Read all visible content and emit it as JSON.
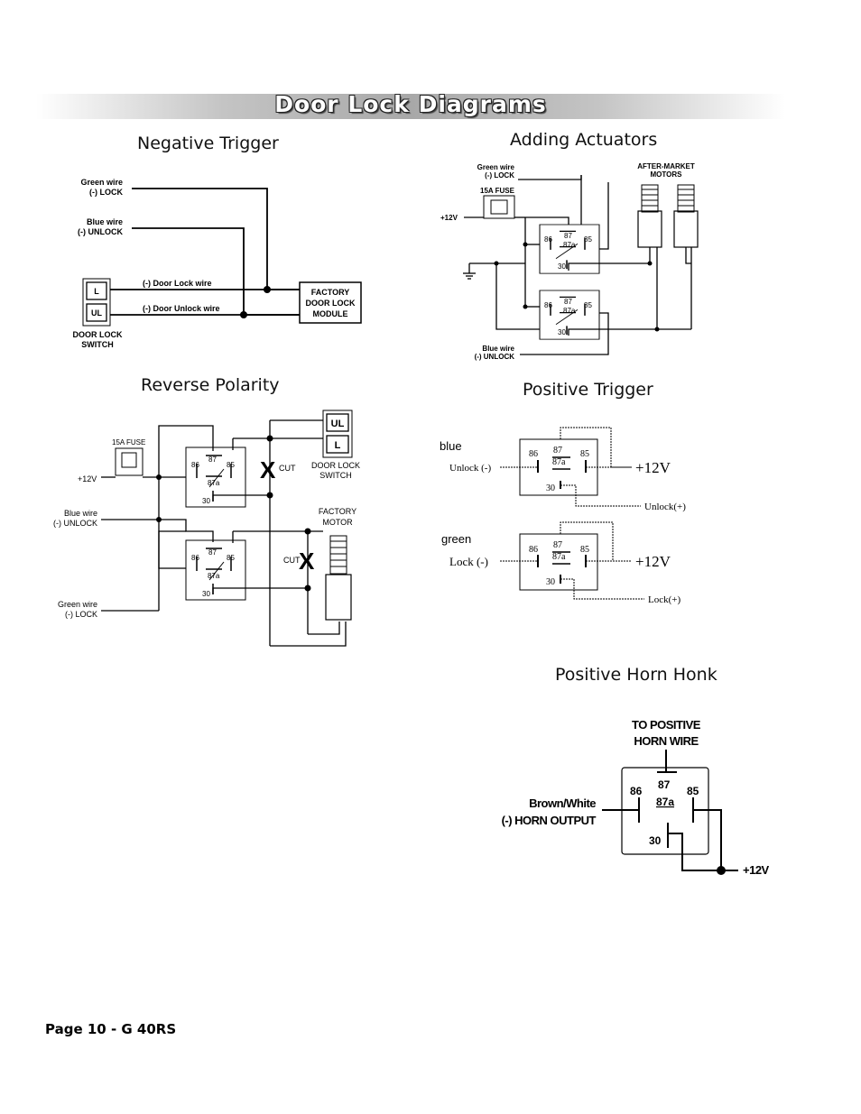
{
  "page": {
    "title": "Door Lock Diagrams",
    "footer": "Page 10  -  G 40RS"
  },
  "sections": {
    "negative_trigger": {
      "title": "Negative Trigger",
      "green_wire": "Green wire",
      "lock": "(-) LOCK",
      "blue_wire": "Blue wire",
      "unlock": "(-) UNLOCK",
      "door_lock_wire": "(-) Door Lock wire",
      "door_unlock_wire": "(-) Door Unlock wire",
      "module_l1": "FACTORY",
      "module_l2": "DOOR LOCK",
      "module_l3": "MODULE",
      "switch_l": "L",
      "switch_ul": "UL",
      "switch_l1": "DOOR LOCK",
      "switch_l2": "SWITCH"
    },
    "adding_actuators": {
      "title": "Adding Actuators",
      "green_wire": "Green wire",
      "lock": "(-) LOCK",
      "fuse": "15A FUSE",
      "plus12": "+12V",
      "motors_l1": "AFTER-MARKET",
      "motors_l2": "MOTORS",
      "blue_wire": "Blue wire",
      "unlock": "(-) UNLOCK"
    },
    "reverse_polarity": {
      "title": "Reverse Polarity",
      "fuse": "15A FUSE",
      "plus12": "+12V",
      "blue_wire": "Blue wire",
      "unlock": "(-) UNLOCK",
      "green_wire": "Green wire",
      "lock": "(-) LOCK",
      "cut": "CUT",
      "x": "X",
      "switch_ul": "UL",
      "switch_l": "L",
      "switch_l1": "DOOR LOCK",
      "switch_l2": "SWITCH",
      "motor_l1": "FACTORY",
      "motor_l2": "MOTOR"
    },
    "positive_trigger": {
      "title": "Positive Trigger",
      "blue": "blue",
      "green": "green",
      "unlock_neg": "Unlock (-)",
      "lock_neg": "Lock (-)",
      "plus12": "+12V",
      "unlock_pos": "Unlock(+)",
      "lock_pos": "Lock(+)"
    },
    "positive_horn_honk": {
      "title": "Positive Horn Honk",
      "to_l1": "TO POSITIVE",
      "to_l2": "HORN WIRE",
      "brown_white": "Brown/White",
      "horn_output": "(-) HORN OUTPUT",
      "plus12": "+12V"
    }
  },
  "relay_pins": {
    "p86": "86",
    "p87": "87",
    "p87a": "87a",
    "p85": "85",
    "p30": "30"
  }
}
